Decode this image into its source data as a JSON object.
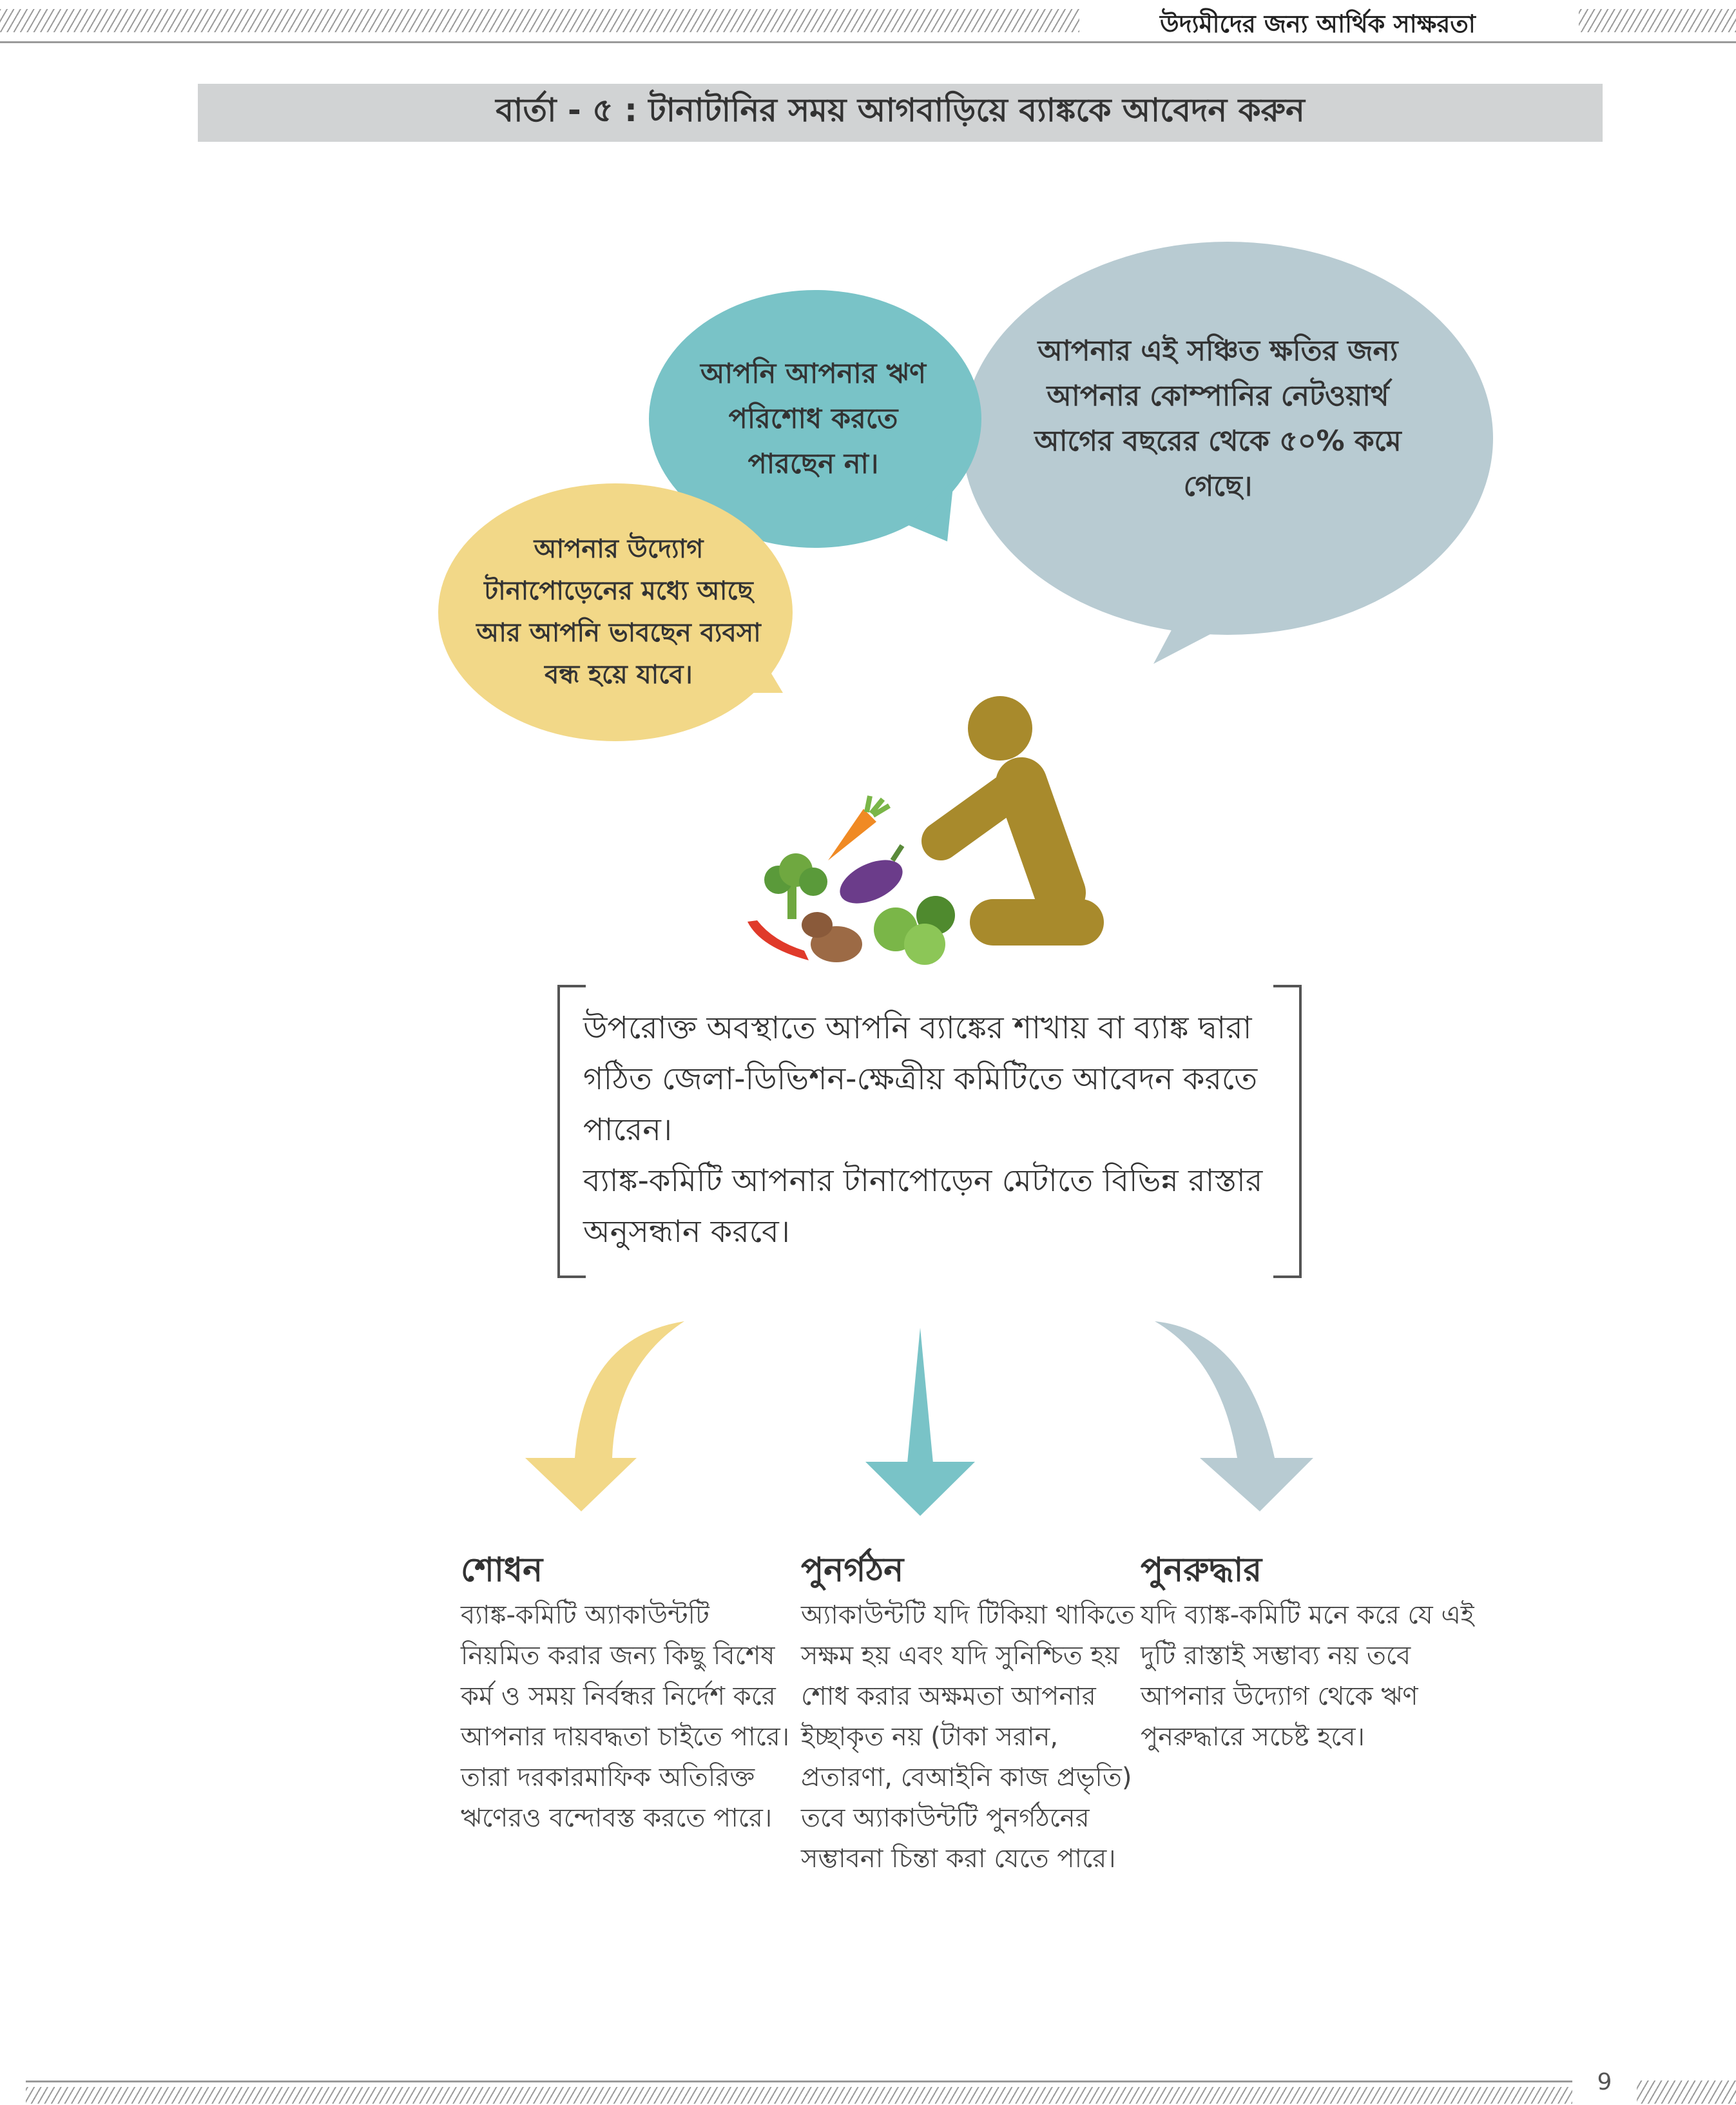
{
  "header": {
    "running_title": "উদ্যমীদের জন্য আর্থিক সাক্ষরতা"
  },
  "title_banner": {
    "text": "বার্তা - ৫ : টানাটানির সময় আগবাড়িয়ে ব্যাঙ্ককে আবেদন করুন"
  },
  "bubbles": {
    "yellow": "আপনার উদ্যোগ টানাপোড়েনের মধ্যে আছে আর আপনি ভাবছেন ব্যবসা বন্ধ হয়ে যাবে।",
    "teal": "আপনি আপনার ঋণ পরিশোধ করতে পারছেন না।",
    "grey": "আপনার এই সঞ্চিত ক্ষতির জন্য আপনার কোম্পানির নেটওয়ার্থ আগের বছরের থেকে ৫০% কমে গেছে।"
  },
  "info_box": {
    "paragraph_1": "উপরোক্ত অবস্থাতে আপনি ব্যাঙ্কের শাখায় বা ব্যাঙ্ক দ্বারা গঠিত জেলা-ডিভিশন-ক্ষেত্রীয় কমিটিতে আবেদন করতে পারেন।",
    "paragraph_2": "ব্যাঙ্ক-কমিটি আপনার টানাপোড়েন মেটাতে বিভিন্ন রাস্তার অনুসন্ধান করবে।"
  },
  "options": [
    {
      "title": "শোধন",
      "body": "ব্যাঙ্ক-কমিটি অ্যাকাউন্টটি নিয়মিত করার জন্য কিছু বিশেষ কর্ম ও সময় নির্বন্ধর নির্দেশ করে আপনার দায়বদ্ধতা চাইতে পারে। তারা দরকারমাফিক অতিরিক্ত ঋণেরও বন্দোবস্ত করতে পারে।"
    },
    {
      "title": "পুনর্গঠন",
      "body": "অ্যাকাউন্টটি যদি টিকিয়া থাকিতে সক্ষম হয় এবং যদি সুনিশ্চিত হয় শোধ করার অক্ষমতা আপনার ইচ্ছাকৃত নয় (টাকা সরান, প্রতারণা, বেআইনি কাজ প্রভৃতি) তবে অ্যাকাউন্টটি পুনর্গঠনের সম্ভাবনা চিন্তা করা যেতে পারে।"
    },
    {
      "title": "পুনরুদ্ধার",
      "body": "যদি ব্যাঙ্ক-কমিটি মনে করে যে এই দুটি রাস্তাই সম্ভাব্য নয় তবে আপনার উদ্যোগ থেকে ঋণ পুনরুদ্ধারে সচেষ্ট হবে।"
    }
  ],
  "footer": {
    "page_number": "9"
  },
  "colors": {
    "yellow": "#f2d888",
    "teal": "#79c3c7",
    "grey": "#b8cbd2",
    "figure": "#a88a2c",
    "banner": "#d1d3d4"
  },
  "icons": [
    "person-kneeling-icon",
    "vegetables-icon",
    "curved-arrow-left-icon",
    "arrow-down-icon",
    "curved-arrow-right-icon"
  ]
}
